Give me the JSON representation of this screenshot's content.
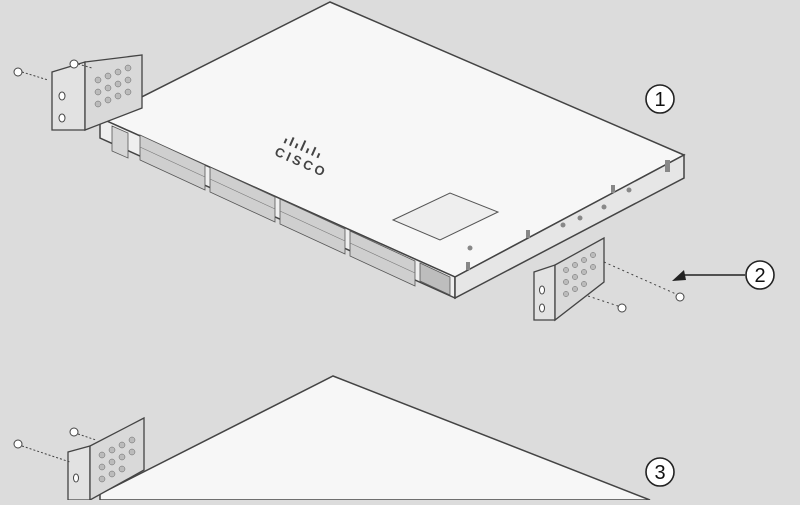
{
  "diagram": {
    "callouts": [
      {
        "label": "1",
        "refers_to": "switch-chassis"
      },
      {
        "label": "2",
        "refers_to": "bracket-screws"
      },
      {
        "label": "3",
        "refers_to": "second-switch-chassis"
      }
    ],
    "logo_text": "CISCO",
    "colors": {
      "background": "#dcdcdc",
      "chassis_top": "#f7f7f7",
      "chassis_front": "#efefef",
      "chassis_side": "#e6e6e6",
      "outline": "#444444",
      "label_panel": "#eeeeee"
    }
  }
}
